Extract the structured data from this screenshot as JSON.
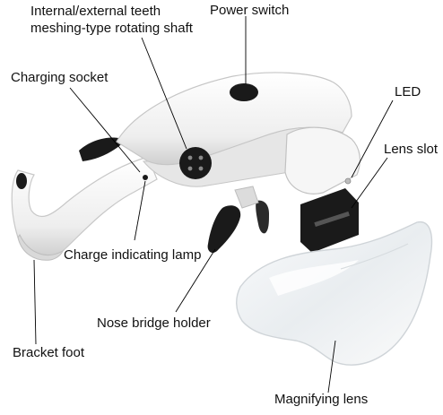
{
  "labels": {
    "shaft_line1": "Internal/external teeth",
    "shaft_line2": "meshing-type rotating shaft",
    "power_switch": "Power switch",
    "charging_socket": "Charging socket",
    "led": "LED",
    "lens_slot": "Lens slot",
    "charge_lamp": "Charge indicating lamp",
    "nose_bridge": "Nose bridge holder",
    "bracket_foot": "Bracket foot",
    "magnifying_lens": "Magnifying lens"
  },
  "colors": {
    "body_white": "#f4f4f4",
    "body_shadow": "#cfcfcf",
    "dark_parts": "#1a1a1a",
    "lens_tint": "#eef1f3",
    "leader_line": "#000000",
    "text": "#111111"
  }
}
